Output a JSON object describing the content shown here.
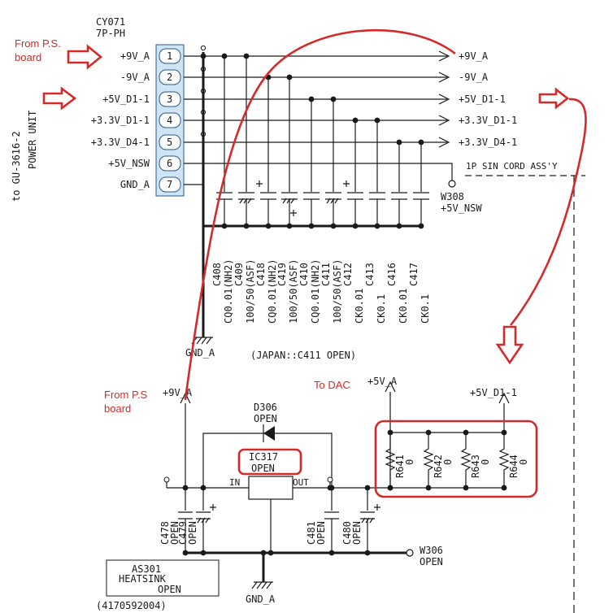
{
  "connector": {
    "name": "CY071",
    "type": "7P-PH",
    "side_label_1": "to GU-3616-2",
    "side_label_2": "POWER UNIT",
    "pins": [
      {
        "num": "1",
        "label": "+9V_A"
      },
      {
        "num": "2",
        "label": "-9V_A"
      },
      {
        "num": "3",
        "label": "+5V_D1-1"
      },
      {
        "num": "4",
        "label": "+3.3V_D1-1"
      },
      {
        "num": "5",
        "label": "+3.3V_D4-1"
      },
      {
        "num": "6",
        "label": "+5V_NSW"
      },
      {
        "num": "7",
        "label": "GND_A"
      }
    ]
  },
  "outputs": [
    {
      "label": "+9V_A"
    },
    {
      "label": "-9V_A"
    },
    {
      "label": "+5V_D1-1"
    },
    {
      "label": "+3.3V_D1-1"
    },
    {
      "label": "+3.3V_D4-1"
    }
  ],
  "cord": {
    "label": "1P SIN CORD ASS'Y",
    "w_label": "W308",
    "w_net": "+5V_NSW"
  },
  "capacitors": [
    {
      "ref": "C408",
      "value": "CQ0.01(NH2)"
    },
    {
      "ref": "C409",
      "value": "100/50(ASF)"
    },
    {
      "ref": "C418",
      "value": "CQ0.01(NH2)"
    },
    {
      "ref": "C419",
      "value": "100/50(ASF)"
    },
    {
      "ref": "C410",
      "value": "CQ0.01(NH2)"
    },
    {
      "ref": "C411",
      "value": "100/50(ASF)"
    },
    {
      "ref": "C412",
      "value": "CK0.01"
    },
    {
      "ref": "C413",
      "value": "CK0.1"
    },
    {
      "ref": "C416",
      "value": "CK0.01"
    },
    {
      "ref": "C417",
      "value": "CK0.1"
    }
  ],
  "gnd_top": "GND_A",
  "note": "(JAPAN::C411 OPEN)",
  "lower": {
    "in_net": "+9V_A",
    "out_net": "+5V_A",
    "right_net": "+5V_D1-1",
    "diode": {
      "ref": "D306",
      "value": "OPEN"
    },
    "ic": {
      "ref": "IC317",
      "value": "OPEN",
      "in": "IN",
      "out": "OUT"
    },
    "caps": [
      {
        "ref": "C478",
        "value": "OPEN"
      },
      {
        "ref": "C479",
        "value": "OPEN"
      },
      {
        "ref": "C481",
        "value": "OPEN"
      },
      {
        "ref": "C480",
        "value": "OPEN"
      }
    ],
    "resistors": [
      {
        "ref": "R641",
        "value": "0"
      },
      {
        "ref": "R642",
        "value": "0"
      },
      {
        "ref": "R643",
        "value": "0"
      },
      {
        "ref": "R644",
        "value": "0"
      }
    ],
    "w306": {
      "ref": "W306",
      "value": "OPEN"
    },
    "heatsink": {
      "ref": "AS301",
      "name": "HEATSINK",
      "value": "OPEN",
      "part": "(4170592004)"
    },
    "gnd": "GND_A"
  },
  "annotations": {
    "from_ps_1": "From P.S.",
    "from_ps_2": "board",
    "from_ps_b1": "From P.S",
    "from_ps_b2": "board",
    "to_dac": "To DAC"
  },
  "colors": {
    "annotation": "#d42a2a",
    "connector_fill": "#cfe4f5",
    "ink": "#1a1a1a"
  }
}
